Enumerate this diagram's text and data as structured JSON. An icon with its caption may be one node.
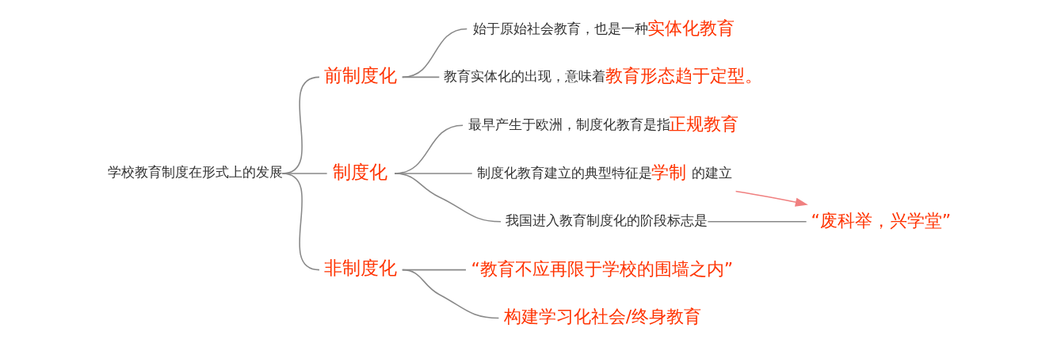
{
  "diagram": {
    "nodes": [
      {
        "text": [
          "学校教育制度在形式上的发展"
        ]
      },
      {
        "text": [
          "前制度化"
        ]
      },
      {
        "text": [
          "始于原始社会教育，也是一种**实体化教育**"
        ]
      },
      {
        "text": [
          "教育实体化的出现，意味着**教育形态趋于定型。**"
        ]
      },
      {
        "text": [
          "制度化"
        ]
      },
      {
        "text": [
          "最早产生于欧洲，制度化教育是指**正规教育**"
        ]
      },
      {
        "text": [
          "制度化教育建立的典型特征是**学制**的建立"
        ]
      },
      {
        "text": [
          "我国进入教育制度化的阶段标志是"
        ]
      },
      {
        "text": [
          "“废科举，兴学堂”"
        ]
      },
      {
        "text": [
          "非制度化"
        ]
      },
      {
        "text": [
          "“教育不应再限于学校的围墙之内”"
        ]
      },
      {
        "text": [
          "构建学习化社会/终身教育"
        ]
      }
    ],
    "edges": [
      {
        "from": 0,
        "to": 1,
        "arrow": "none"
      },
      {
        "from": 1,
        "to": 2,
        "arrow": "none"
      },
      {
        "from": 1,
        "to": 3,
        "arrow": "none"
      },
      {
        "from": 0,
        "to": 4,
        "arrow": "none"
      },
      {
        "from": 4,
        "to": 5,
        "arrow": "none"
      },
      {
        "from": 4,
        "to": 6,
        "arrow": "none"
      },
      {
        "from": 4,
        "to": 7,
        "arrow": "none"
      },
      {
        "from": 7,
        "to": 8,
        "arrow": "none"
      },
      {
        "from": 6,
        "to": 8,
        "arrow": "to",
        "color": "#f08080"
      },
      {
        "from": 0,
        "to": 9,
        "arrow": "none"
      },
      {
        "from": 9,
        "to": 10,
        "arrow": "none"
      },
      {
        "from": 9,
        "to": 11,
        "arrow": "none"
      }
    ]
  }
}
